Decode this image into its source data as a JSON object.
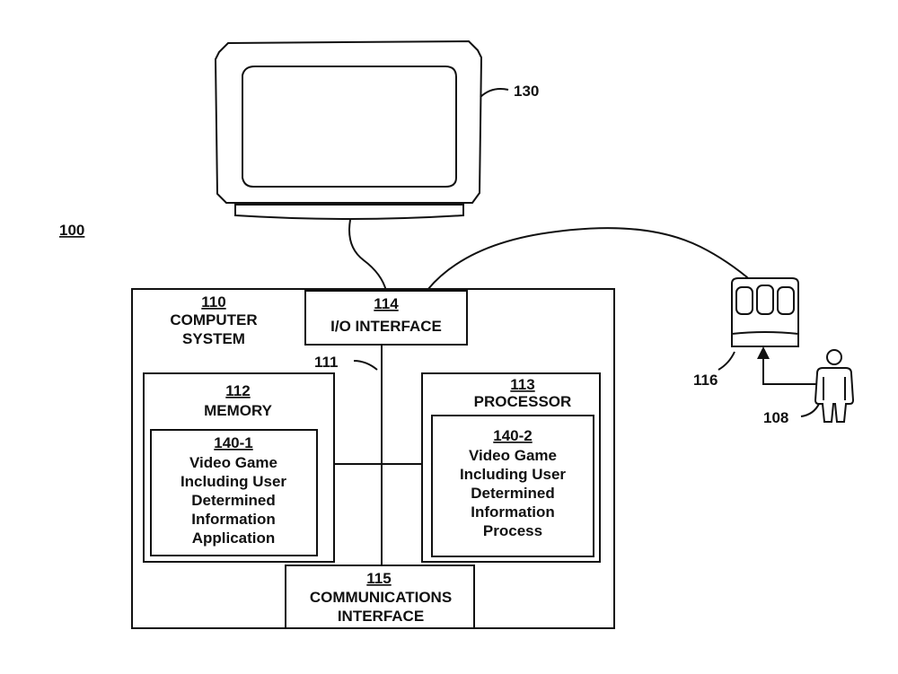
{
  "figure_ref": "100",
  "monitor": {
    "ref": "130"
  },
  "computer_system": {
    "num": "110",
    "title_lines": [
      "COMPUTER",
      "SYSTEM"
    ]
  },
  "io_interface": {
    "num": "114",
    "title": "I/O INTERFACE"
  },
  "bus": {
    "ref": "111"
  },
  "memory": {
    "num": "112",
    "title": "MEMORY",
    "app": {
      "num": "140-1",
      "lines": [
        "Video Game",
        "Including User",
        "Determined",
        "Information",
        "Application"
      ]
    }
  },
  "processor": {
    "num": "113",
    "title": "PROCESSOR",
    "process": {
      "num": "140-2",
      "lines": [
        "Video Game",
        "Including User",
        "Determined",
        "Information",
        "Process"
      ]
    }
  },
  "communications_interface": {
    "num": "115",
    "title_lines": [
      "COMMUNICATIONS",
      "INTERFACE"
    ]
  },
  "input_device": {
    "ref": "116"
  },
  "user": {
    "ref": "108"
  }
}
